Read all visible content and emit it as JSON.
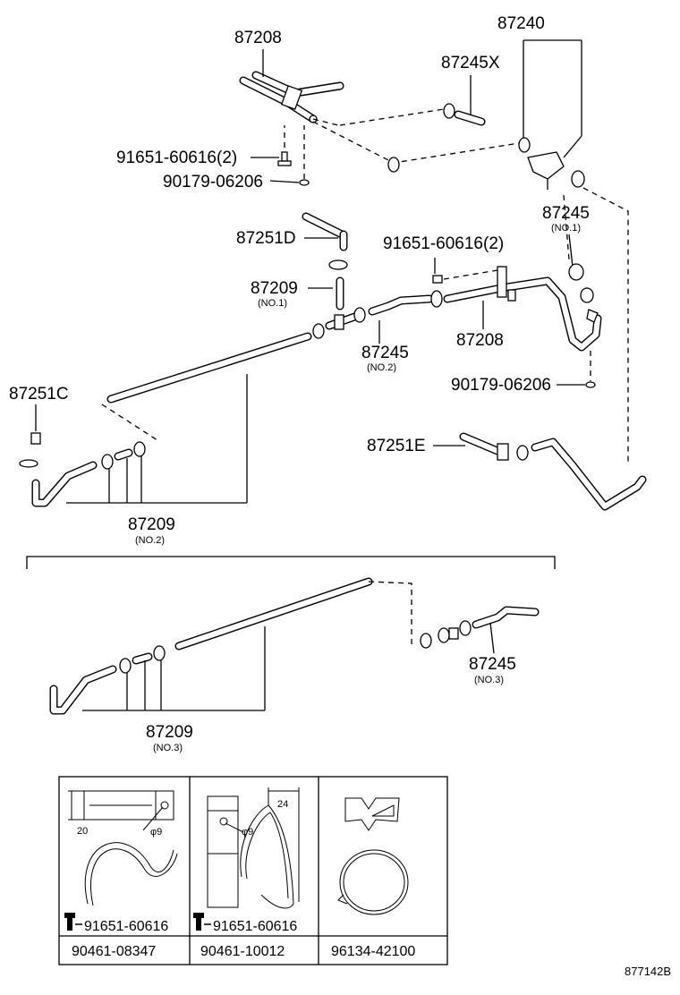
{
  "diagram": {
    "labels": {
      "p87208_top": "87208",
      "p87240": "87240",
      "p87245x": "87245X",
      "p91651_top": "91651-60616(2)",
      "p90179_top": "90179-06206",
      "p87251d": "87251D",
      "p91651_mid": "91651-60616(2)",
      "p87245_no1": "87245",
      "p87245_no1_sub": "(NO.1)",
      "p87209_no1": "87209",
      "p87209_no1_sub": "(NO.1)",
      "p87245_no2": "87245",
      "p87245_no2_sub": "(NO.2)",
      "p87208_mid": "87208",
      "p90179_mid": "90179-06206",
      "p87251c": "87251C",
      "p87251e": "87251E",
      "p87209_no2": "87209",
      "p87209_no2_sub": "(NO.2)",
      "p87245_no3": "87245",
      "p87245_no3_sub": "(NO.3)",
      "p87209_no3": "87209",
      "p87209_no3_sub": "(NO.3)"
    },
    "table": {
      "cells": [
        {
          "bolt_label": "91651-60616",
          "part_number": "90461-08347",
          "dim_height": "20",
          "dim_hole": "φ9"
        },
        {
          "bolt_label": "91651-60616",
          "part_number": "90461-10012",
          "dim_width": "24",
          "dim_hole": "φ9"
        },
        {
          "part_number": "96134-42100"
        }
      ]
    },
    "figure_id": "877142B"
  }
}
